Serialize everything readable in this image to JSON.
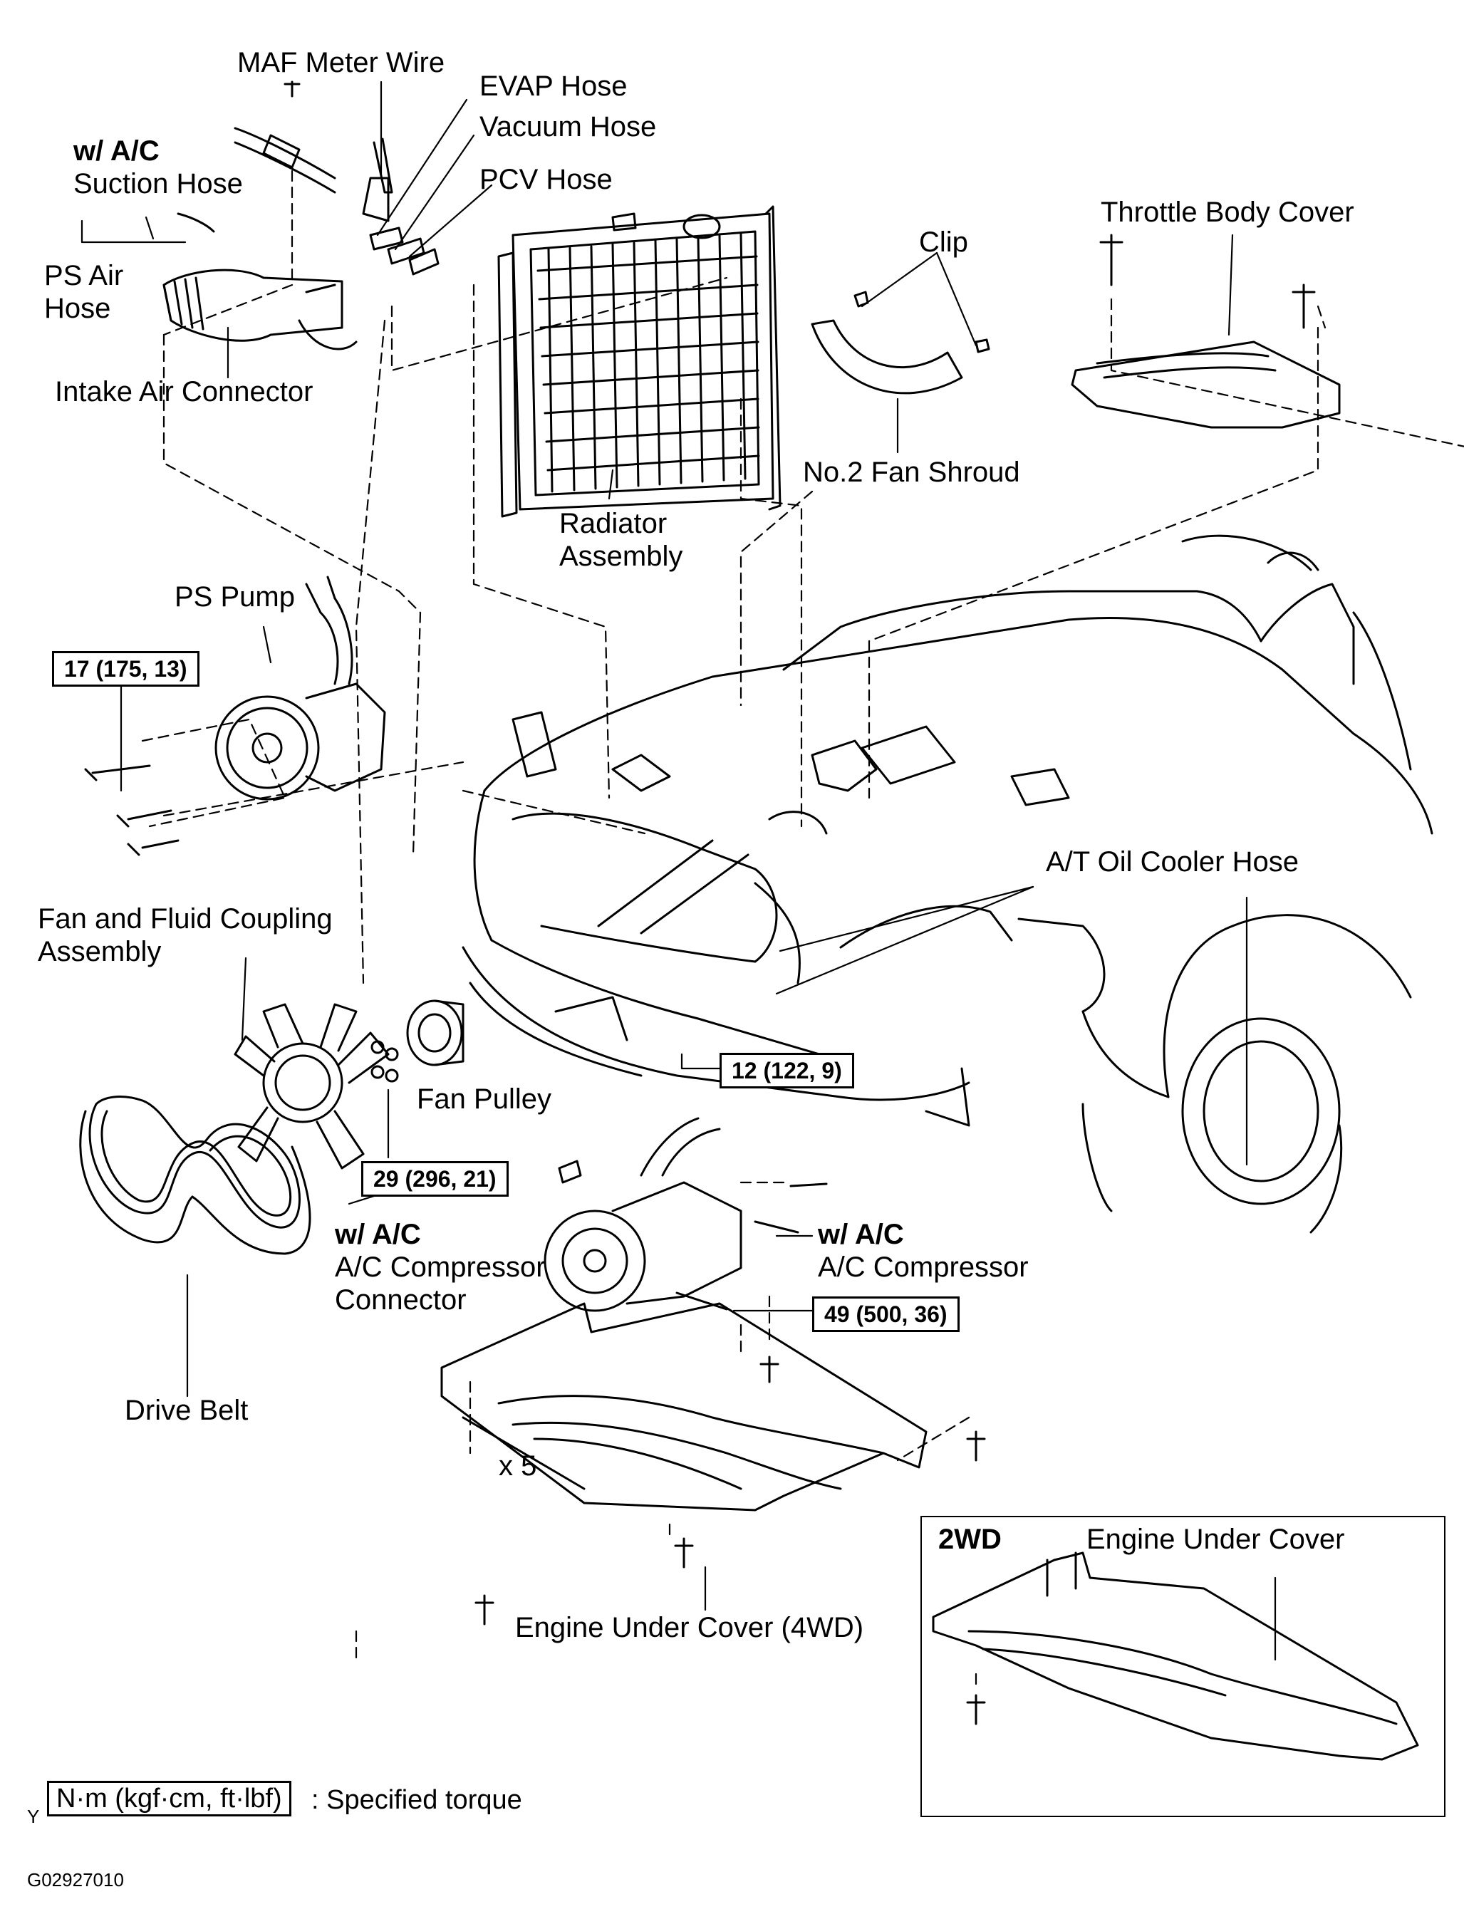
{
  "figure_code": "G02927010",
  "corner_mark": "Y",
  "labels": {
    "maf_meter_wire": "MAF Meter Wire",
    "evap_hose": "EVAP Hose",
    "vacuum_hose": "Vacuum Hose",
    "pcv_hose": "PCV Hose",
    "suction_hose_cond": "w/ A/C",
    "suction_hose": "Suction Hose",
    "ps_air_hose_1": "PS  Air",
    "ps_air_hose_2": "Hose",
    "intake_air_connector": "Intake Air Connector",
    "clip": "Clip",
    "throttle_body_cover": "Throttle Body Cover",
    "no2_fan_shroud": "No.2 Fan Shroud",
    "radiator_1": "Radiator",
    "radiator_2": "Assembly",
    "ps_pump": "PS Pump",
    "at_oil_cooler_hose": "A/T Oil Cooler Hose",
    "fan_coupling_1": "Fan and Fluid Coupling",
    "fan_coupling_2": "Assembly",
    "fan_pulley": "Fan Pulley",
    "drive_belt": "Drive Belt",
    "ac_connector_cond": "w/ A/C",
    "ac_connector_1": "A/C Compressor",
    "ac_connector_2": "Connector",
    "ac_compressor_cond": "w/ A/C",
    "ac_compressor": "A/C Compressor",
    "bolt_count": "x 5",
    "engine_under_cover_4wd": "Engine Under Cover (4WD)",
    "inset_variant": "2WD",
    "engine_under_cover_2wd": "Engine Under Cover"
  },
  "torques": {
    "ps_pump": "17 (175, 13)",
    "bumper": "12 (122, 9)",
    "fan_pulley": "29 (296, 21)",
    "ac_compressor": "49 (500, 36)"
  },
  "legend": {
    "units": "N·m (kgf·cm, ft·lbf)",
    "meaning": ": Specified torque"
  }
}
